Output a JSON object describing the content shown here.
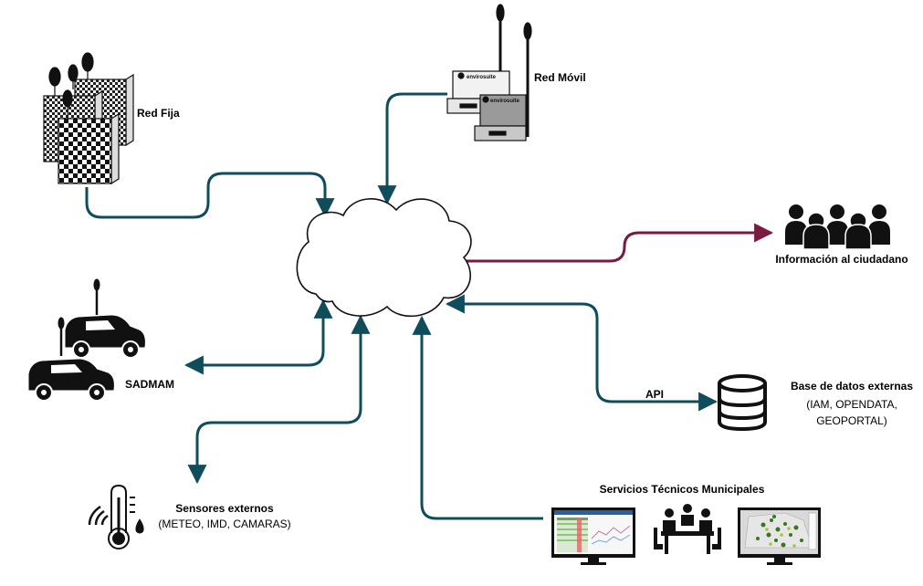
{
  "nodes": {
    "red_fija": {
      "label": "Red Fija"
    },
    "red_movil": {
      "label": "Red Móvil",
      "brand": "envirosuite"
    },
    "info_ciudadano": {
      "label": "Información al ciudadano"
    },
    "sadmam": {
      "label": "SADMAM"
    },
    "base_datos": {
      "label": "Base de datos externas",
      "detail_1": "(IAM, OPENDATA,",
      "detail_2": "GEOPORTAL)"
    },
    "api": {
      "label": "API"
    },
    "sensores": {
      "label": "Sensores externos",
      "detail": "(METEO, IMD, CAMARAS)"
    },
    "servicios": {
      "label": "Servicios  Técnicos Municipales"
    }
  },
  "colors": {
    "teal": "#0f4c5c",
    "maroon": "#7a1a43",
    "ink": "#111111"
  }
}
